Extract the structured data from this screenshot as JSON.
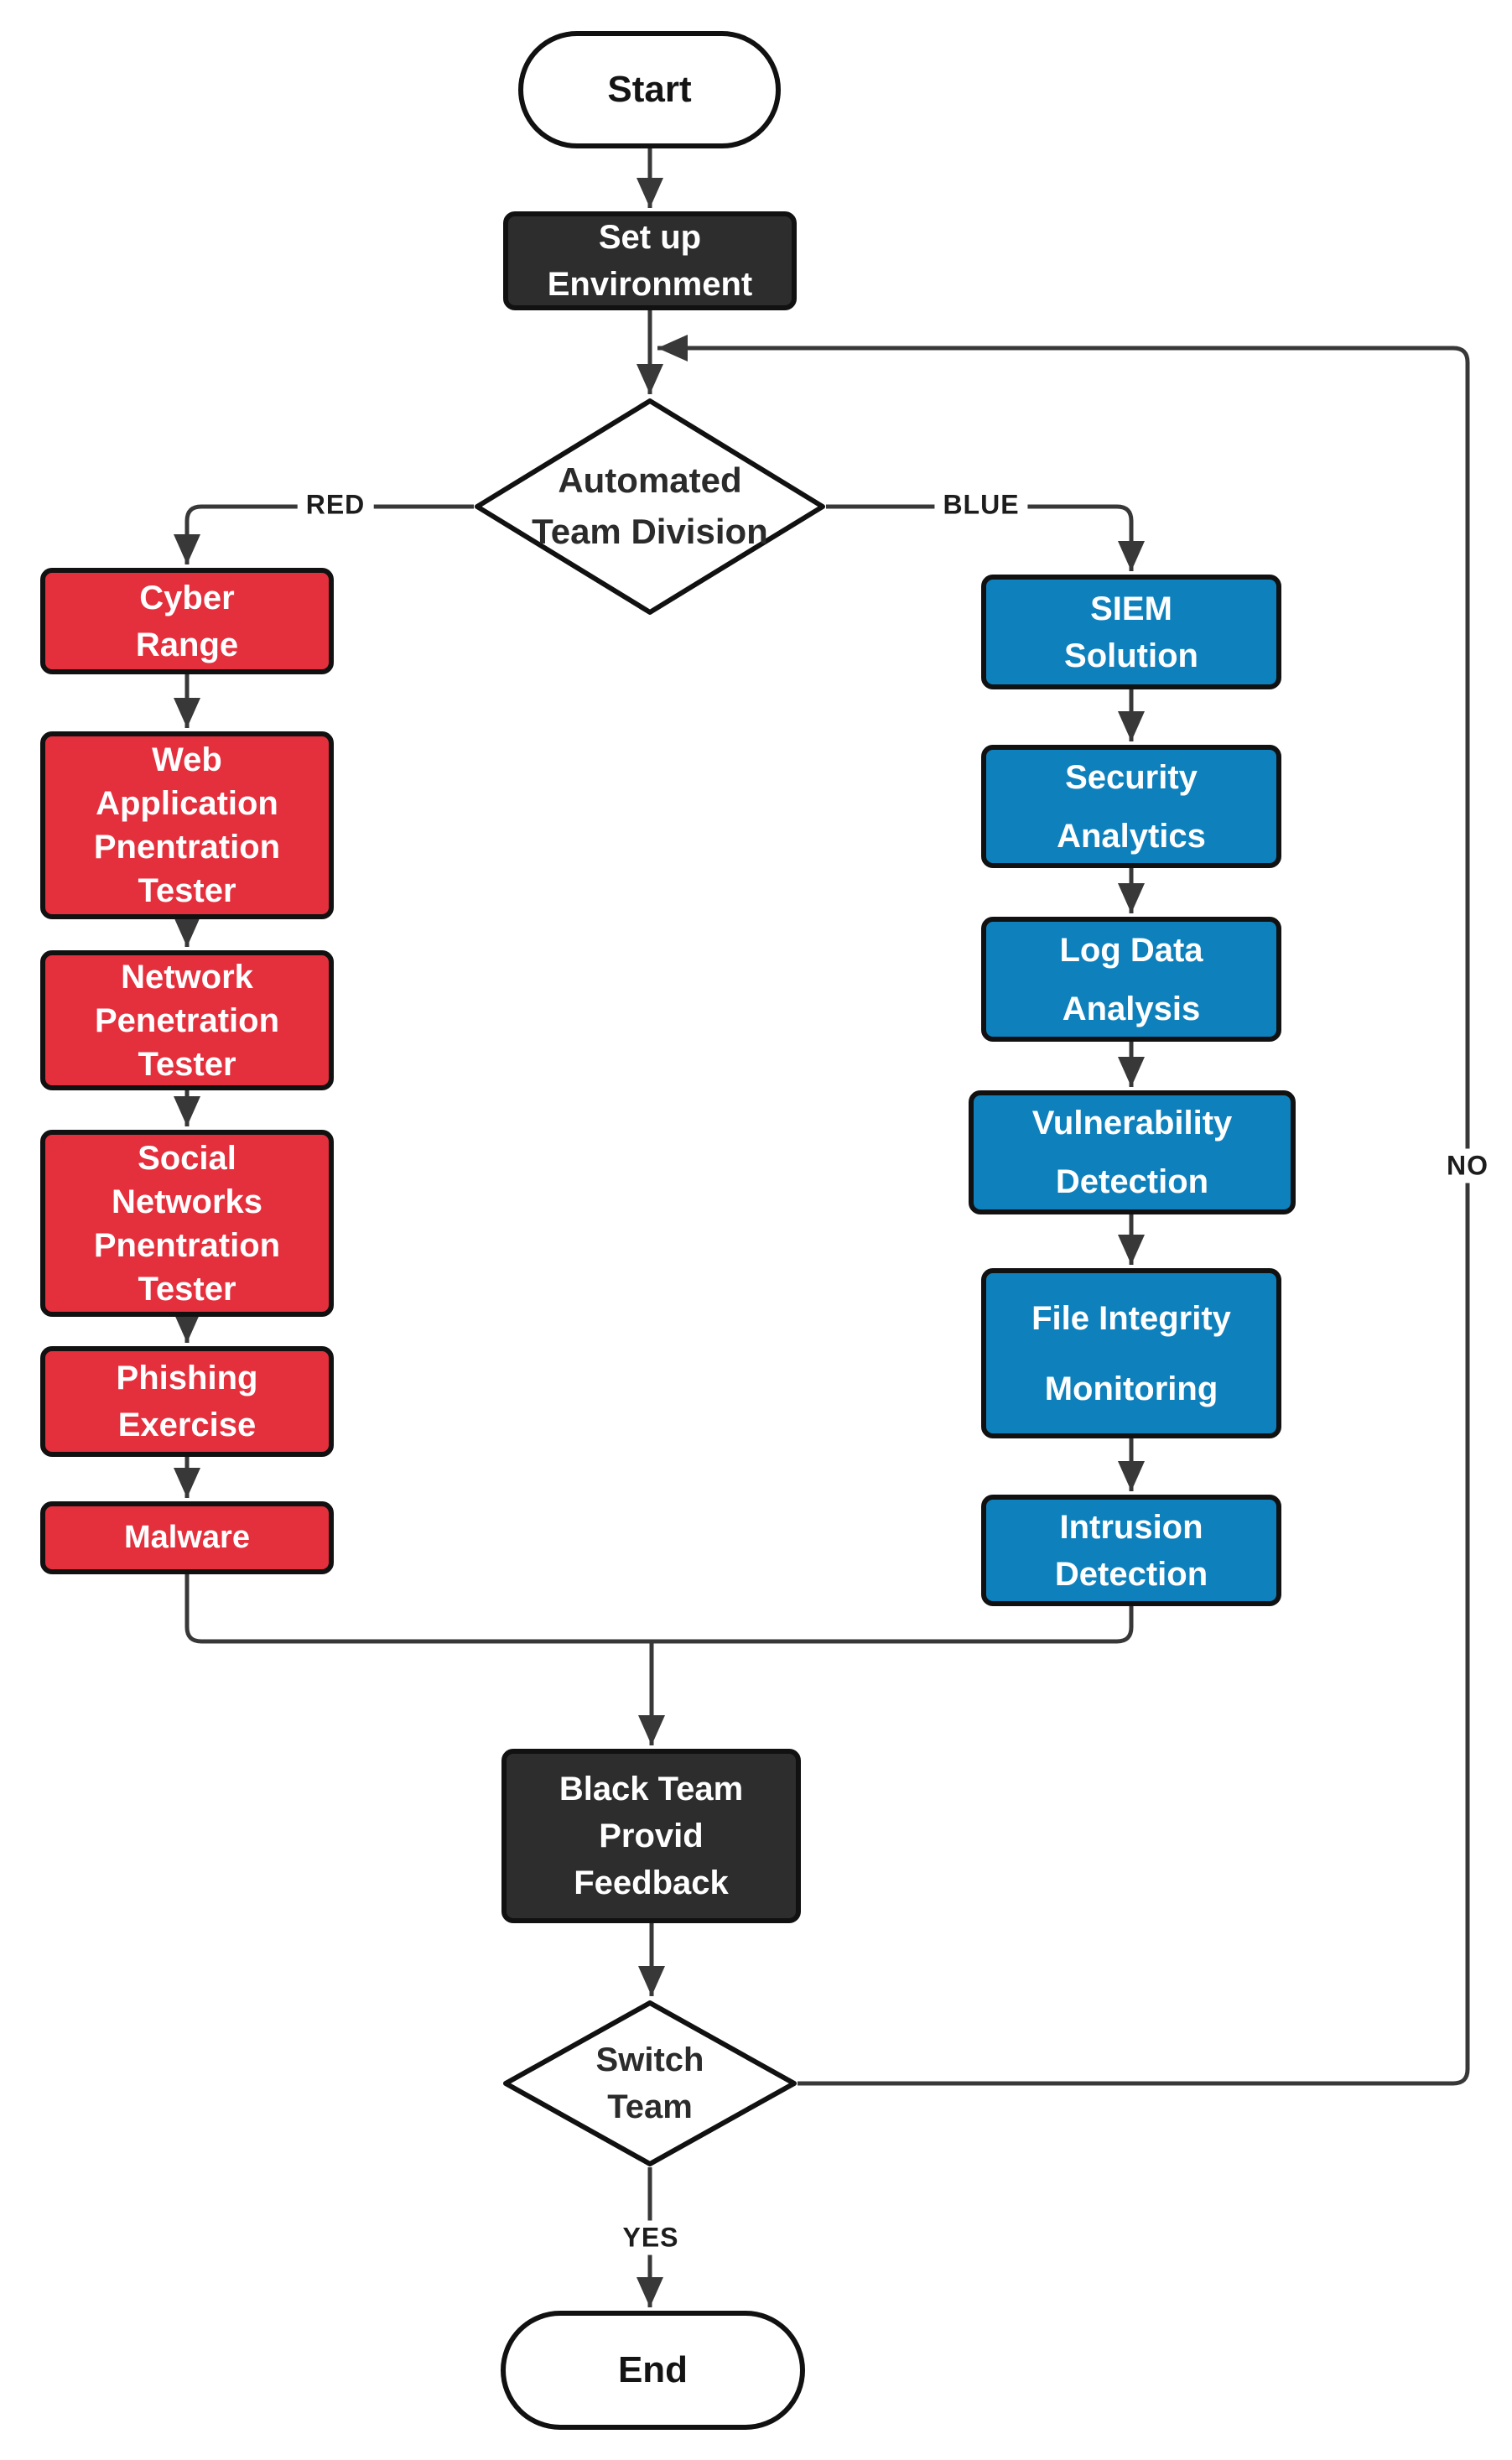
{
  "colors": {
    "red": "#e42f3d",
    "blue": "#0e80bc",
    "dark": "#2d2d2d",
    "line": "#383838",
    "border": "#111111"
  },
  "nodes": {
    "start": {
      "label": "Start"
    },
    "setup": {
      "label": "Set up\nEnvironment"
    },
    "team_division": {
      "label": "Automated\nTeam Division"
    },
    "cyber_range": {
      "label": "Cyber\nRange"
    },
    "web_app": {
      "label": "Web\nApplication\nPnentration\nTester"
    },
    "network_pt": {
      "label": "Network\nPenetration\nTester"
    },
    "social_pt": {
      "label": "Social\nNetworks\nPnentration\nTester"
    },
    "phishing": {
      "label": "Phishing\nExercise"
    },
    "malware": {
      "label": "Malware"
    },
    "siem": {
      "label": "SIEM\nSolution"
    },
    "security_analytics": {
      "label": "Security\nAnalytics"
    },
    "log_data": {
      "label": "Log Data\nAnalysis"
    },
    "vuln_detection": {
      "label": "Vulnerability\nDetection"
    },
    "file_integrity": {
      "label": "File Integrity\nMonitoring"
    },
    "intrusion": {
      "label": "Intrusion\nDetection"
    },
    "black_team": {
      "label": "Black Team\nProvid\nFeedback"
    },
    "switch_team": {
      "label": "Switch\nTeam"
    },
    "end": {
      "label": "End"
    }
  },
  "edge_labels": {
    "red": "RED",
    "blue": "BLUE",
    "no": "NO",
    "yes": "YES"
  }
}
